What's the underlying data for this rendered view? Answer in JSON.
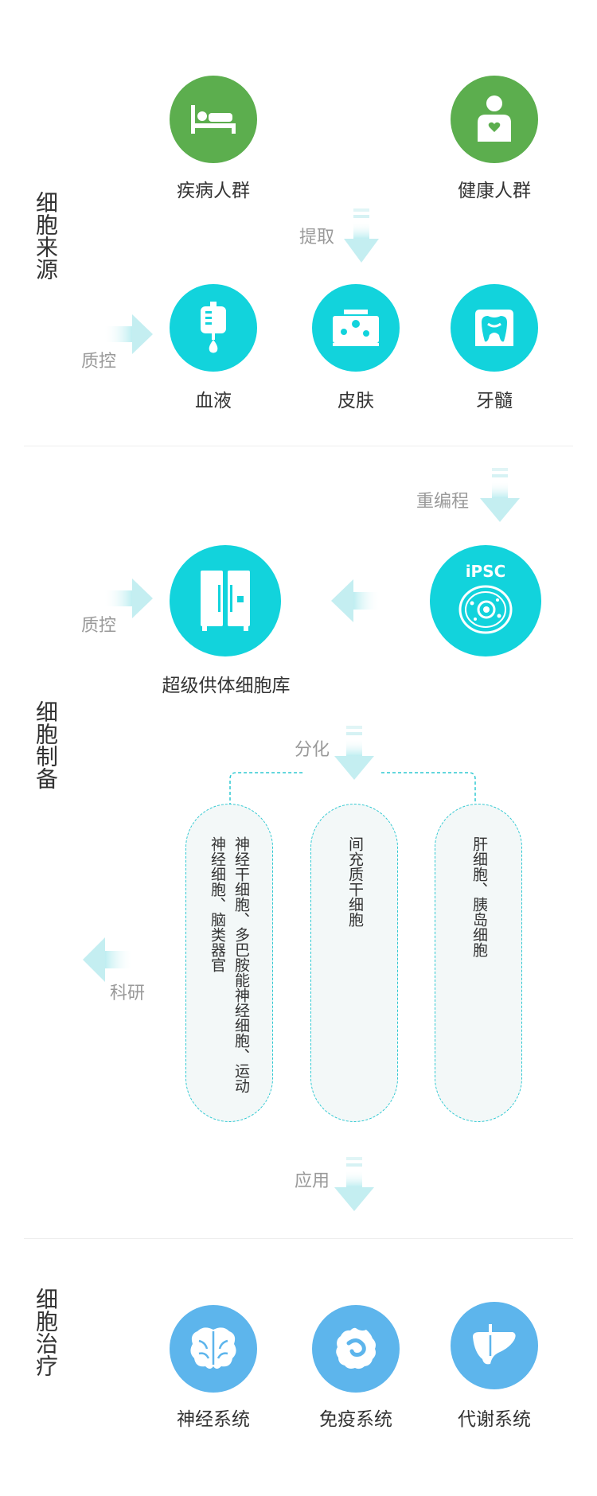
{
  "sections": {
    "source": "细胞来源",
    "prep": "细胞制备",
    "therapy": "细胞治疗"
  },
  "source": {
    "groups": [
      {
        "label": "疾病人群",
        "icon": "hospital-bed-icon"
      },
      {
        "label": "健康人群",
        "icon": "person-heart-icon"
      }
    ],
    "extract_label": "提取",
    "qc_label": "质控",
    "samples": [
      {
        "label": "血液",
        "icon": "blood-bag-icon"
      },
      {
        "label": "皮肤",
        "icon": "skin-tissue-icon"
      },
      {
        "label": "牙髓",
        "icon": "tooth-pulp-icon"
      }
    ]
  },
  "prep": {
    "reprogram_label": "重编程",
    "ipsc_text": "iPSC",
    "qc_label": "质控",
    "bank_label": "超级供体细胞库",
    "differentiate_label": "分化",
    "research_label": "科研",
    "cell_types": [
      "神经干细胞、多巴胺能神经细胞、运动神经细胞、脑类器官",
      "间充质干细胞",
      "肝细胞、胰岛细胞"
    ],
    "apply_label": "应用"
  },
  "therapy": {
    "systems": [
      {
        "label": "神经系统",
        "icon": "brain-icon"
      },
      {
        "label": "免疫系统",
        "icon": "immune-cell-icon"
      },
      {
        "label": "代谢系统",
        "icon": "liver-icon"
      }
    ]
  },
  "colors": {
    "green": "#5cae4e",
    "cyan": "#12d3dc",
    "blue": "#5db5ec",
    "arrow": "#cdeef0"
  }
}
